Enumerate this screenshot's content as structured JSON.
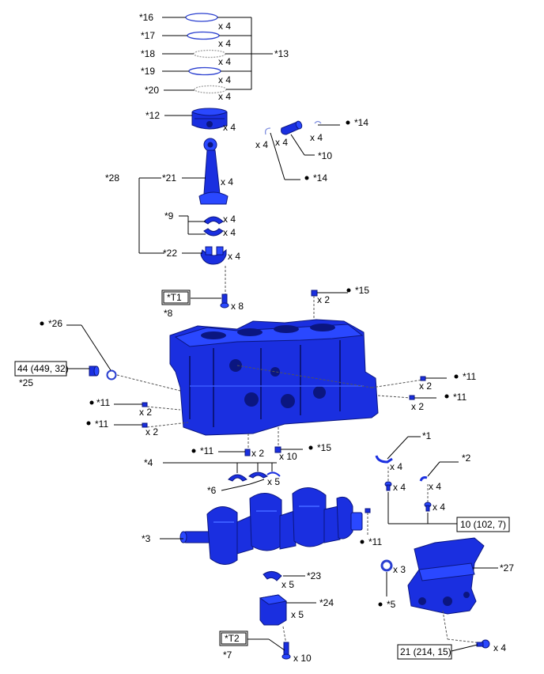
{
  "callouts": {
    "c16": "*16",
    "c17": "*17",
    "c18": "*18",
    "c19": "*19",
    "c20": "*20",
    "c13": "*13",
    "c12": "*12",
    "c14a": "*14",
    "c14b": "*14",
    "c10": "*10",
    "c28": "*28",
    "c21": "*21",
    "c9": "*9",
    "c22": "*22",
    "c15a": "*15",
    "c8": "*8",
    "c26": "*26",
    "c25": "*25",
    "c11a": "*11",
    "c11b": "*11",
    "c11c": "*11",
    "c11d": "*11",
    "c11e": "*11",
    "c11f": "*11",
    "c15b": "*15",
    "c4": "*4",
    "c6": "*6",
    "c1": "*1",
    "c2": "*2",
    "c3": "*3",
    "c23": "*23",
    "c24": "*24",
    "c27": "*27",
    "c5": "*5",
    "c7": "*7"
  },
  "quantities": {
    "q16": "x 4",
    "q17": "x 4",
    "q18": "x 4",
    "q19": "x 4",
    "q20": "x 4",
    "q12": "x 4",
    "q14a": "x 4",
    "q10a": "x 4",
    "q10b": "x 4",
    "q21": "x 4",
    "q9a": "x 4",
    "q9b": "x 4",
    "q22": "x 4",
    "q8": "x 8",
    "q15a": "x 2",
    "q11a": "x 2",
    "q11b": "x 2",
    "q11c": "x 2",
    "q11d": "x 2",
    "q11e": "x 2",
    "q15b": "x 10",
    "q6": "x 5",
    "q1a": "x 4",
    "q1b": "x 4",
    "q2a": "x 4",
    "q2b": "x 4",
    "q23": "x 5",
    "q24": "x 5",
    "q5": "x 3",
    "q7": "x 10",
    "q27": "x 4"
  },
  "torque_specs": {
    "t25": "44 (449, 32)",
    "t1": "10 (102, 7)",
    "t27": "21 (214, 15)"
  },
  "tool_tags": {
    "T1": "*T1",
    "T2": "*T2"
  },
  "colors": {
    "part_fill": "#1a2fe0",
    "part_highlight": "#2a48ff",
    "part_outline": "#0b1680",
    "ring_blue": "#2a3fd0",
    "ring_grey": "#a0a0a0",
    "line": "#000000"
  }
}
